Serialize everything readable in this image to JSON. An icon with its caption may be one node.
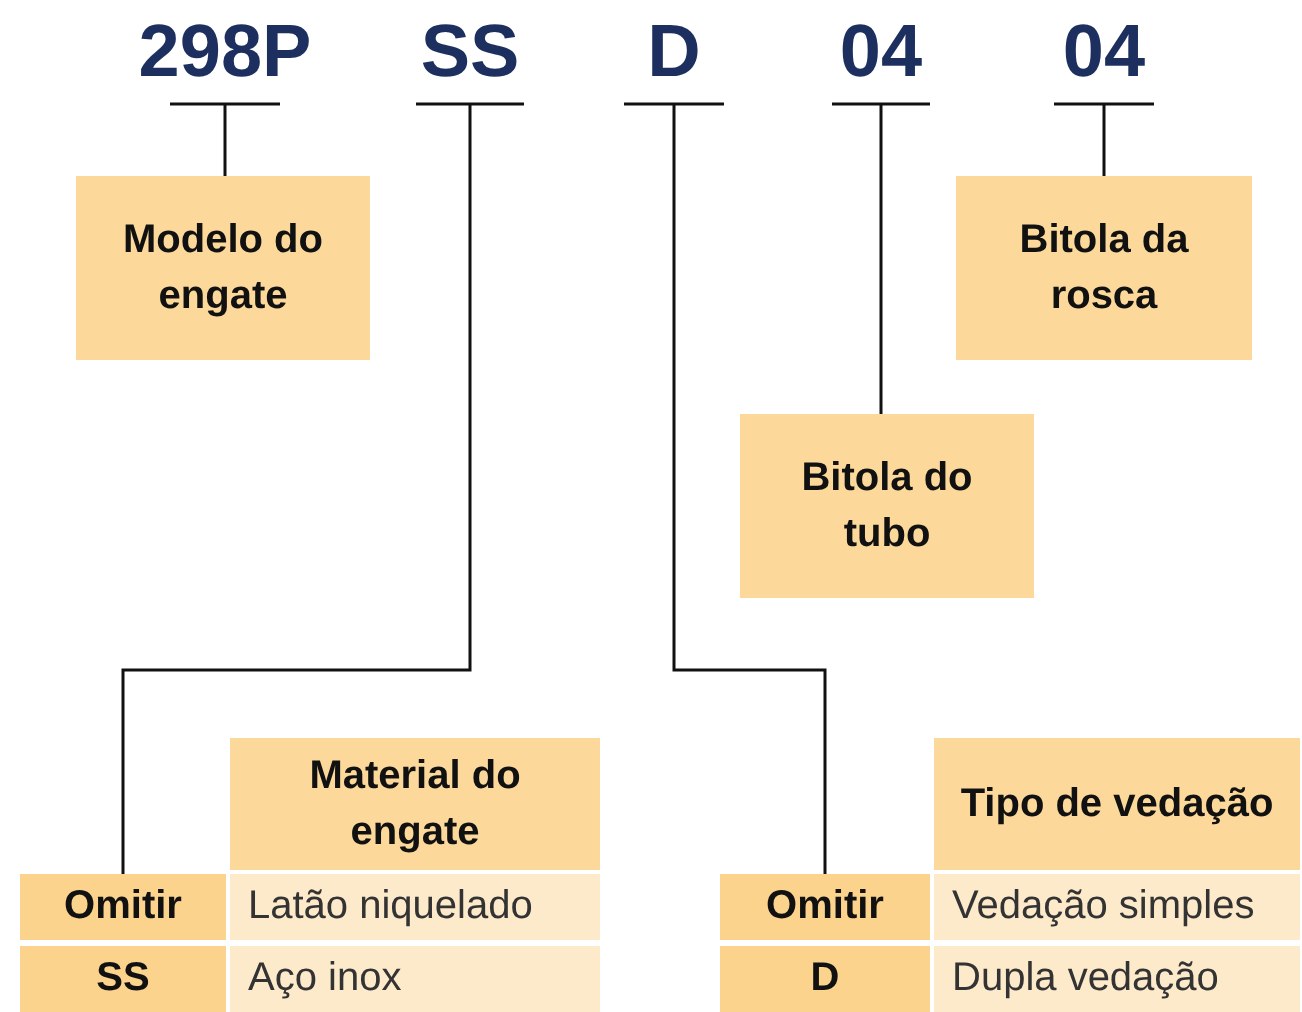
{
  "diagram": {
    "nodes": [
      {
        "text": [
          "298P"
        ]
      },
      {
        "text": [
          "SS"
        ]
      },
      {
        "text": [
          "D"
        ]
      },
      {
        "text": [
          "04"
        ]
      },
      {
        "text": [
          "04"
        ]
      },
      {
        "text": [
          "Modelo do engate"
        ]
      },
      {
        "text": [
          "Bitola da rosca"
        ]
      },
      {
        "text": [
          "Bitola do tubo"
        ]
      },
      {
        "text": [
          "Material do engate"
        ]
      },
      {
        "text": [
          "Omitir"
        ]
      },
      {
        "text": [
          "Tipo de vedação"
        ]
      },
      {
        "text": [
          "Omitir"
        ]
      }
    ],
    "edges": [
      {
        "from": 0,
        "to": 5,
        "arrow": "none"
      },
      {
        "from": 1,
        "to": 9,
        "arrow": "none"
      },
      {
        "from": 2,
        "to": 11,
        "arrow": "none"
      },
      {
        "from": 3,
        "to": 7,
        "arrow": "none"
      },
      {
        "from": 4,
        "to": 6,
        "arrow": "none"
      }
    ],
    "labels": [
      "Latão niquelado",
      "SS",
      "Aço inox",
      "Vedação simples",
      "D",
      "Dupla vedação"
    ]
  }
}
